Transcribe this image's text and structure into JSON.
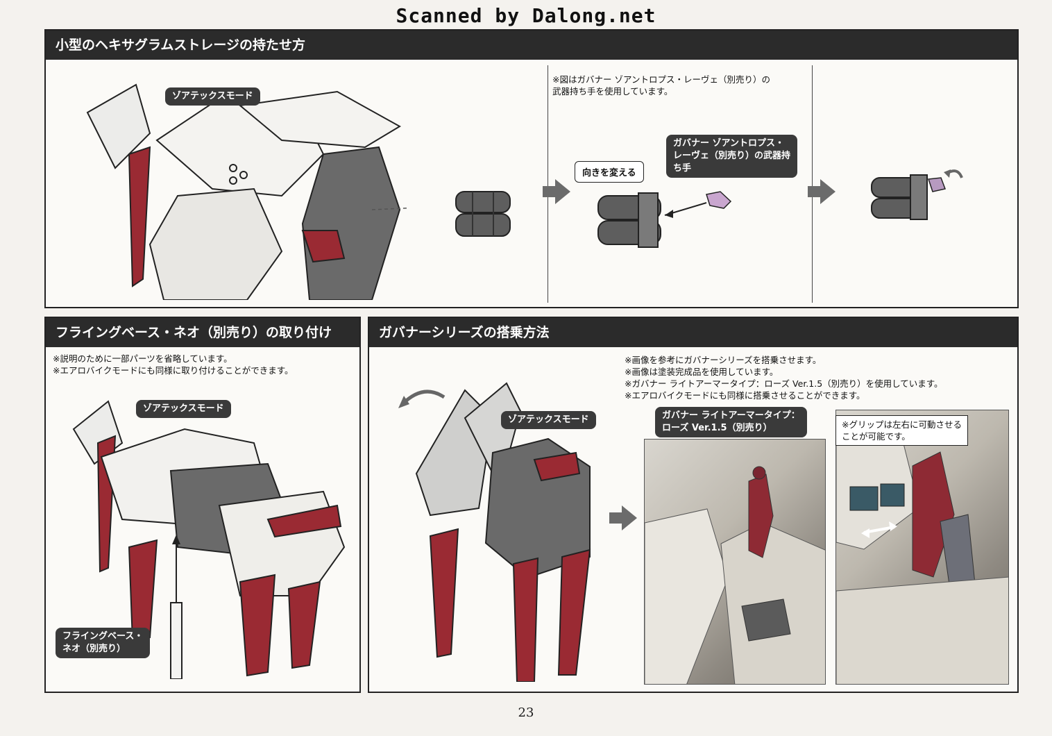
{
  "watermark": "Scanned by Dalong.net",
  "page_number": "23",
  "panel_top": {
    "title": "小型のヘキサグラムストレージの持たせ方",
    "mode_label": "ゾアテックスモード",
    "note": "※図はガバナー ゾアントロプス・レーヴェ（別売り）の\n武器持ち手を使用しています。",
    "bubble": "向きを変える",
    "part_label": "ガバナー ゾアントロプス・\nレーヴェ（別売り）の武器持\nち手"
  },
  "panel_left": {
    "title": "フライングベース・ネオ（別売り）の取り付け",
    "notes": "※説明のために一部パーツを省略しています。\n※エアロバイクモードにも同様に取り付けることができます。",
    "mode_label": "ゾアテックスモード",
    "base_label": "フライングベース・\nネオ（別売り）"
  },
  "panel_right": {
    "title": "ガバナーシリーズの搭乗方法",
    "notes": "※画像を参考にガバナーシリーズを搭乗させます。\n※画像は塗装完成品を使用しています。\n※ガバナー ライトアーマータイプ：ローズ Ver.1.5（別売り）を使用しています。\n※エアロバイクモードにも同様に搭乗させることができます。",
    "mode_label": "ゾアテックスモード",
    "figure_label": "ガバナー ライトアーマータイプ：\nローズ Ver.1.5（別売り）",
    "grip_note": "※グリップは左右に可動させる\nことが可能です。"
  },
  "colors": {
    "header_bg": "#2b2b2b",
    "accent_red": "#9a2a33",
    "mech_grey": "#5a5a5a"
  }
}
